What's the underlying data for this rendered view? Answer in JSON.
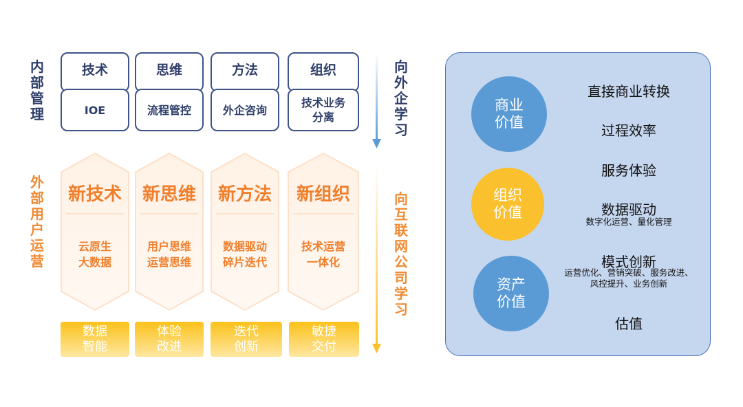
{
  "left_labels": {
    "internal": "内部管理",
    "external": "外部用户运营"
  },
  "arrow_labels": {
    "top": "向外企学习",
    "bottom": "向互联网公司学习"
  },
  "columns": [
    {
      "top": "技术",
      "bottom": "IOE",
      "hex_title": "新技术",
      "hex_sub": [
        "云原生",
        "大数据"
      ],
      "tile": [
        "数据",
        "智能"
      ]
    },
    {
      "top": "思维",
      "bottom": "流程管控",
      "hex_title": "新思维",
      "hex_sub": [
        "用户思维",
        "运营思维"
      ],
      "tile": [
        "体验",
        "改进"
      ]
    },
    {
      "top": "方法",
      "bottom": "外企咨询",
      "hex_title": "新方法",
      "hex_sub": [
        "数据驱动",
        "碎片迭代"
      ],
      "tile": [
        "迭代",
        "创新"
      ]
    },
    {
      "top": "组织",
      "bottom": [
        "技术业务",
        "分离"
      ],
      "hex_title": "新组织",
      "hex_sub": [
        "技术运营",
        "一体化"
      ],
      "tile": [
        "敏捷",
        "交付"
      ]
    }
  ],
  "panel": {
    "circles": [
      {
        "line1": "商业",
        "line2": "价值",
        "color": "#5b9bd5"
      },
      {
        "line1": "组织",
        "line2": "价值",
        "color": "#fbc02d"
      },
      {
        "line1": "资产",
        "line2": "价值",
        "color": "#5b9bd5"
      }
    ],
    "items": [
      {
        "text": "直接商业转换"
      },
      {
        "text": "过程效率"
      },
      {
        "text": "服务体验"
      },
      {
        "text": "数据驱动",
        "sub": "数字化运营、量化管理"
      },
      {
        "text": "模式创新",
        "sub1": "运营优化、营销突破、服务改进、",
        "sub2": "风控提升、业务创新"
      },
      {
        "text": "估值"
      }
    ]
  },
  "colors": {
    "navy": "#2f3f6a",
    "orange": "#f08a32",
    "blue_arrow": "#5b9bd5",
    "yellow_arrow": "#fbc02d",
    "panel_bg": "#c5d6ef"
  }
}
